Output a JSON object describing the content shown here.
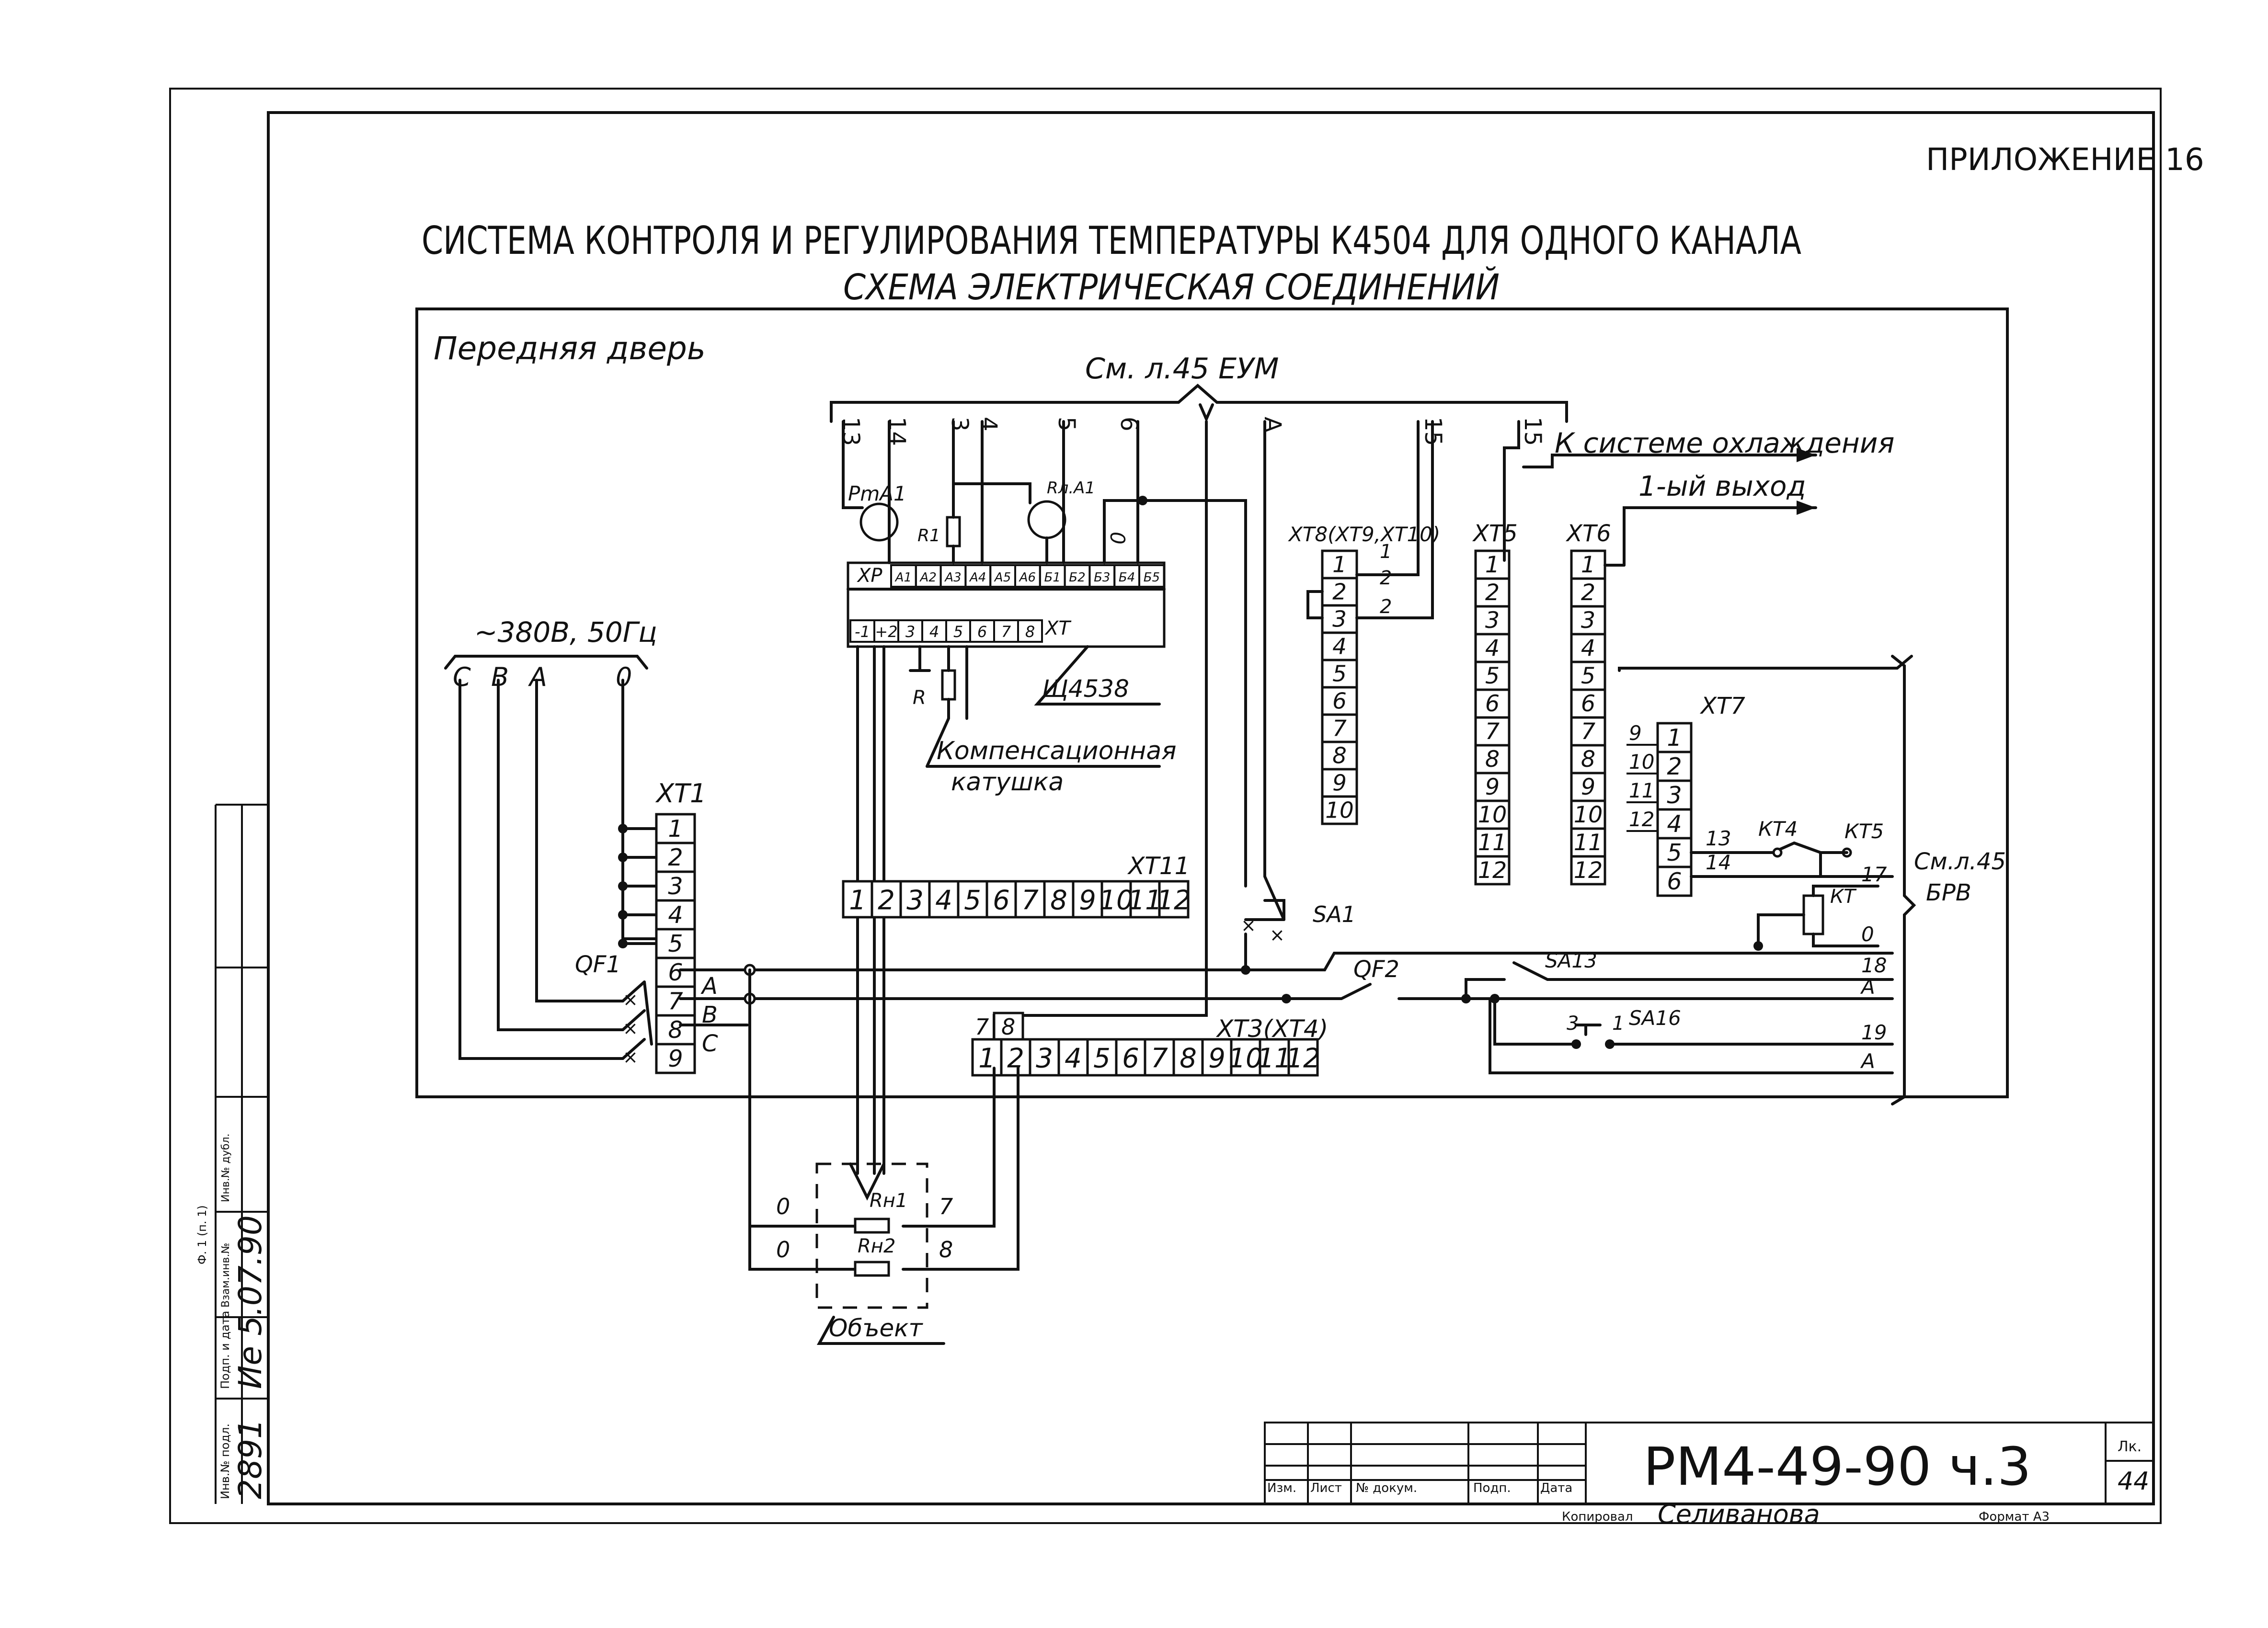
{
  "sheet": {
    "appendix": "ПРИЛОЖЕНИЕ 16",
    "title_line1": "СИСТЕМА КОНТРОЛЯ И РЕГУЛИРОВАНИЯ ТЕМПЕРАТУРЫ К4504 ДЛЯ ОДНОГО КАНАЛА",
    "title_line2": "СХЕМА ЭЛЕКТРИЧЕСКАЯ СОЕДИНЕНИЙ"
  },
  "panel": {
    "label": "Передняя дверь",
    "ref_top": "См. л.45 ЕУМ",
    "top_wires": [
      "13",
      "14",
      "3",
      "4",
      "5",
      "6",
      "А",
      "15",
      "15"
    ],
    "cooling_1": "К системе охлаждения",
    "cooling_2": "1-ый выход",
    "ref_right_1": "См.л.45",
    "ref_right_2": "БРВ"
  },
  "instrument": {
    "gauge_1": "PmA1",
    "gauge_2": "Rл.А1",
    "resistor_r1": "R1",
    "xp_label": "ХР",
    "xp_pins": [
      "А1",
      "А2",
      "А3",
      "А4",
      "А5",
      "А6",
      "Б1",
      "Б2",
      "Б3",
      "Б4",
      "Б5"
    ],
    "wire_zero": "0",
    "xt_pins": [
      "-1",
      "+2",
      "3",
      "4",
      "5",
      "6",
      "7",
      "8"
    ],
    "xt_label": "ХТ",
    "model": "Щ4538",
    "resistor_r": "R",
    "coil_1": "Компенсационная",
    "coil_2": "катушка"
  },
  "power": {
    "supply": "~380В, 50Гц",
    "phases": [
      "С",
      "В",
      "А",
      "0"
    ],
    "qf1": "QF1",
    "qf2": "QF2",
    "phase_out": [
      "А",
      "В",
      "С"
    ]
  },
  "blocks": {
    "xt1": {
      "label": "ХТ1",
      "terms": [
        "1",
        "2",
        "3",
        "4",
        "5",
        "6",
        "7",
        "8",
        "9"
      ]
    },
    "xt8": {
      "label": "ХТ8(ХТ9,ХТ10)",
      "terms": [
        "1",
        "2",
        "3",
        "4",
        "5",
        "6",
        "7",
        "8",
        "9",
        "10"
      ],
      "wires": [
        "1",
        "2",
        "2"
      ]
    },
    "xt5": {
      "label": "ХТ5",
      "terms": [
        "1",
        "2",
        "3",
        "4",
        "5",
        "6",
        "7",
        "8",
        "9",
        "10",
        "11",
        "12"
      ]
    },
    "xt6": {
      "label": "ХТ6",
      "terms": [
        "1",
        "2",
        "3",
        "4",
        "5",
        "6",
        "7",
        "8",
        "9",
        "10",
        "11",
        "12"
      ]
    },
    "xt7": {
      "label": "ХТ7",
      "terms": [
        "1",
        "2",
        "3",
        "4",
        "5",
        "6"
      ],
      "left": [
        "9",
        "10",
        "11",
        "12"
      ],
      "right": [
        "13",
        "14"
      ]
    },
    "xt11": {
      "label": "ХТ11",
      "terms": [
        "1",
        "2",
        "3",
        "4",
        "5",
        "6",
        "7",
        "8",
        "9",
        "10",
        "11",
        "12"
      ]
    },
    "xt3": {
      "label": "ХТ3(ХТ4)",
      "terms": [
        "1",
        "2",
        "3",
        "4",
        "5",
        "6",
        "7",
        "8",
        "9",
        "10",
        "11",
        "12"
      ],
      "top": [
        "7",
        "8"
      ]
    }
  },
  "switches": {
    "sa1": "SA1",
    "sa13": "SA13",
    "sa16": "SA16",
    "kt4": "КТ4",
    "kt5": "КТ5",
    "kt": "КТ",
    "sa16_nums": [
      "3",
      "1"
    ]
  },
  "bus_labels": [
    "17",
    "0",
    "18",
    "А",
    "19",
    "А"
  ],
  "object": {
    "rn1": "Rн1",
    "rn2": "Rн2",
    "label": "Объект",
    "left": [
      "0",
      "0"
    ],
    "right": [
      "7",
      "8"
    ]
  },
  "stamp": {
    "code": "РМ4-49-90 ч.3",
    "sheet_label": "Лк.",
    "sheet_no": "44",
    "cols": [
      "Изм.",
      "Лист",
      "№ докум.",
      "Подп.",
      "Дата"
    ],
    "copied_label": "Копировал",
    "copied_by": "Селиванова",
    "format": "Формат А3"
  },
  "sidestamp": {
    "inv_label": "Инв.№ подл.",
    "inv_value": "2891",
    "sign_label": "Подп. и дата",
    "sign_value": "Ие 5.07.90",
    "vzam_label": "Взам.инв.№",
    "dubl_label": "Инв.№ дубл.",
    "form_label": "Ф. 1 (п. 1)"
  }
}
